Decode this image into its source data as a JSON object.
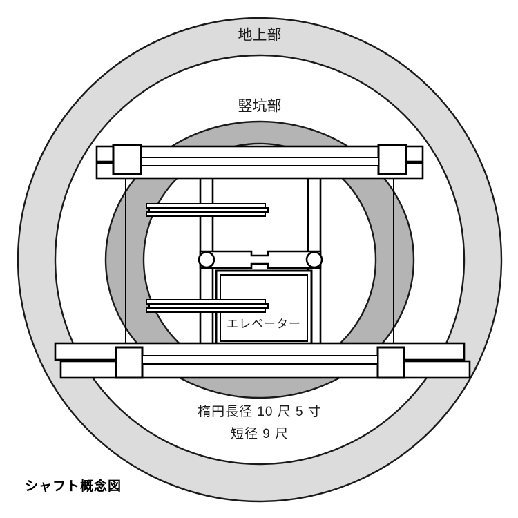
{
  "figure": {
    "caption": "シャフト概念図",
    "labels": {
      "ground_level": "地上部",
      "shaft_section": "竪坑部",
      "elevator": "エレベーター"
    },
    "dimensions": {
      "major_axis": "楕円長径 10 尺 5 寸",
      "minor_axis": "短径 9 尺"
    }
  },
  "colors": {
    "outer_ring_fill": "#dcdcdc",
    "shaft_ellipse_fill": "#b4b4b4",
    "inner_circle_fill": "#ffffff",
    "stroke": "#000000",
    "text": "#1a1a1a",
    "background": "#ffffff"
  }
}
